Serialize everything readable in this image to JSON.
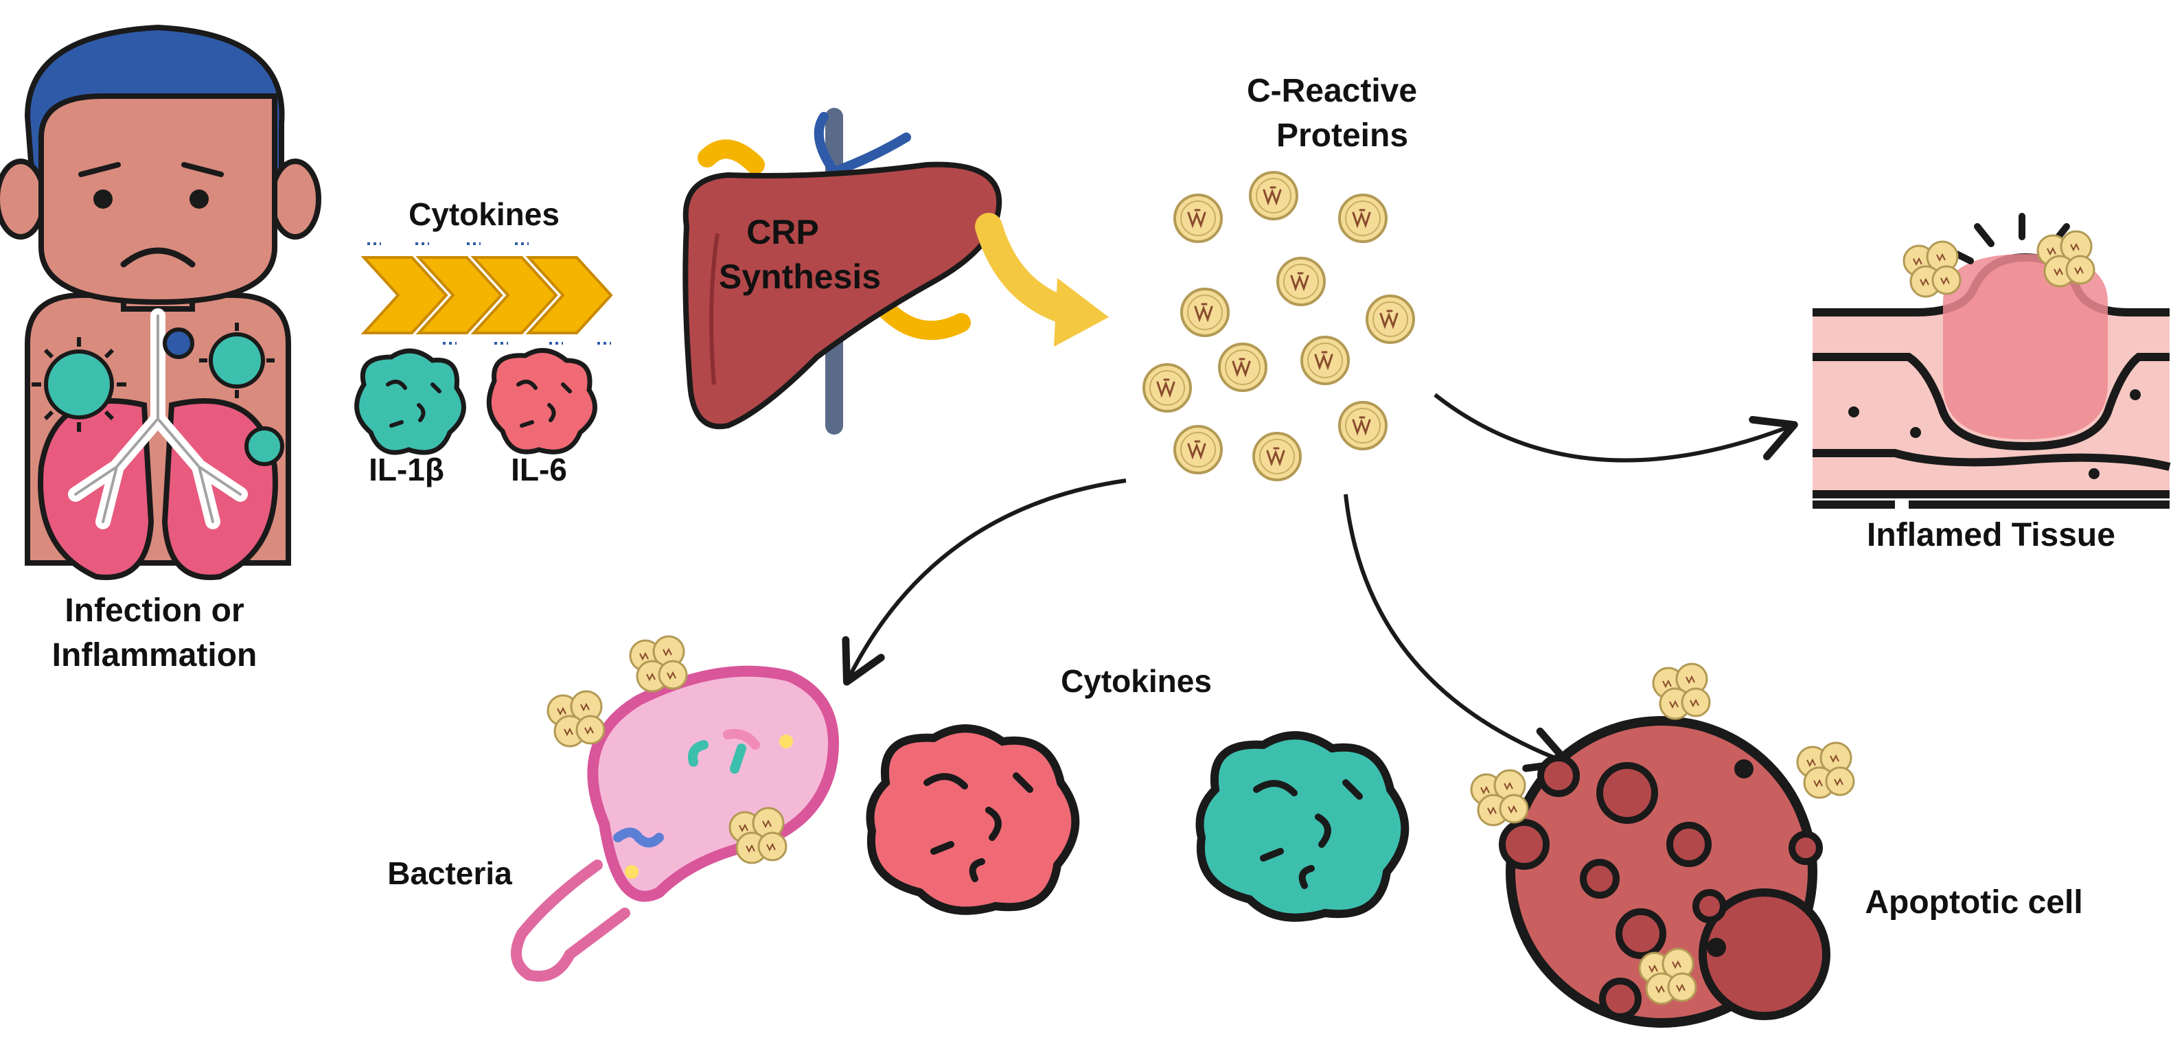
{
  "labels": {
    "patient_line1": "Infection or",
    "patient_line2": "Inflammation",
    "cytokines_top": "Cytokines",
    "il1b": "IL-1β",
    "il6": "IL-6",
    "crp_line1": "CRP",
    "crp_line2": "Synthesis",
    "crp_proteins_line1": "C-Reactive",
    "crp_proteins_line2": "Proteins",
    "inflamed_tissue": "Inflamed Tissue",
    "cytokines_bottom": "Cytokines",
    "bacteria": "Bacteria",
    "apoptotic_cell": "Apoptotic cell"
  },
  "colors": {
    "outline": "#1a1a1a",
    "hair": "#2f5aa8",
    "skin": "#d98b7e",
    "lung": "#e85b7e",
    "teal": "#3dbfae",
    "coral": "#ef6a75",
    "liver": "#b3484a",
    "crp_fill": "#f4dc96",
    "crp_stroke": "#b39a55",
    "tissue": "#f6c7c3",
    "bacteria": "#f5b9d8",
    "apoptotic": "#c9605f",
    "chevron": "#f5b400"
  },
  "icons": [
    "sick-person-icon",
    "virus-icon",
    "lungs-icon",
    "liver-icon",
    "crp-protein-icon",
    "inflamed-tissue-icon",
    "bacteria-icon",
    "cytokine-icon",
    "apoptotic-cell-icon",
    "chevron-arrow-icon"
  ]
}
